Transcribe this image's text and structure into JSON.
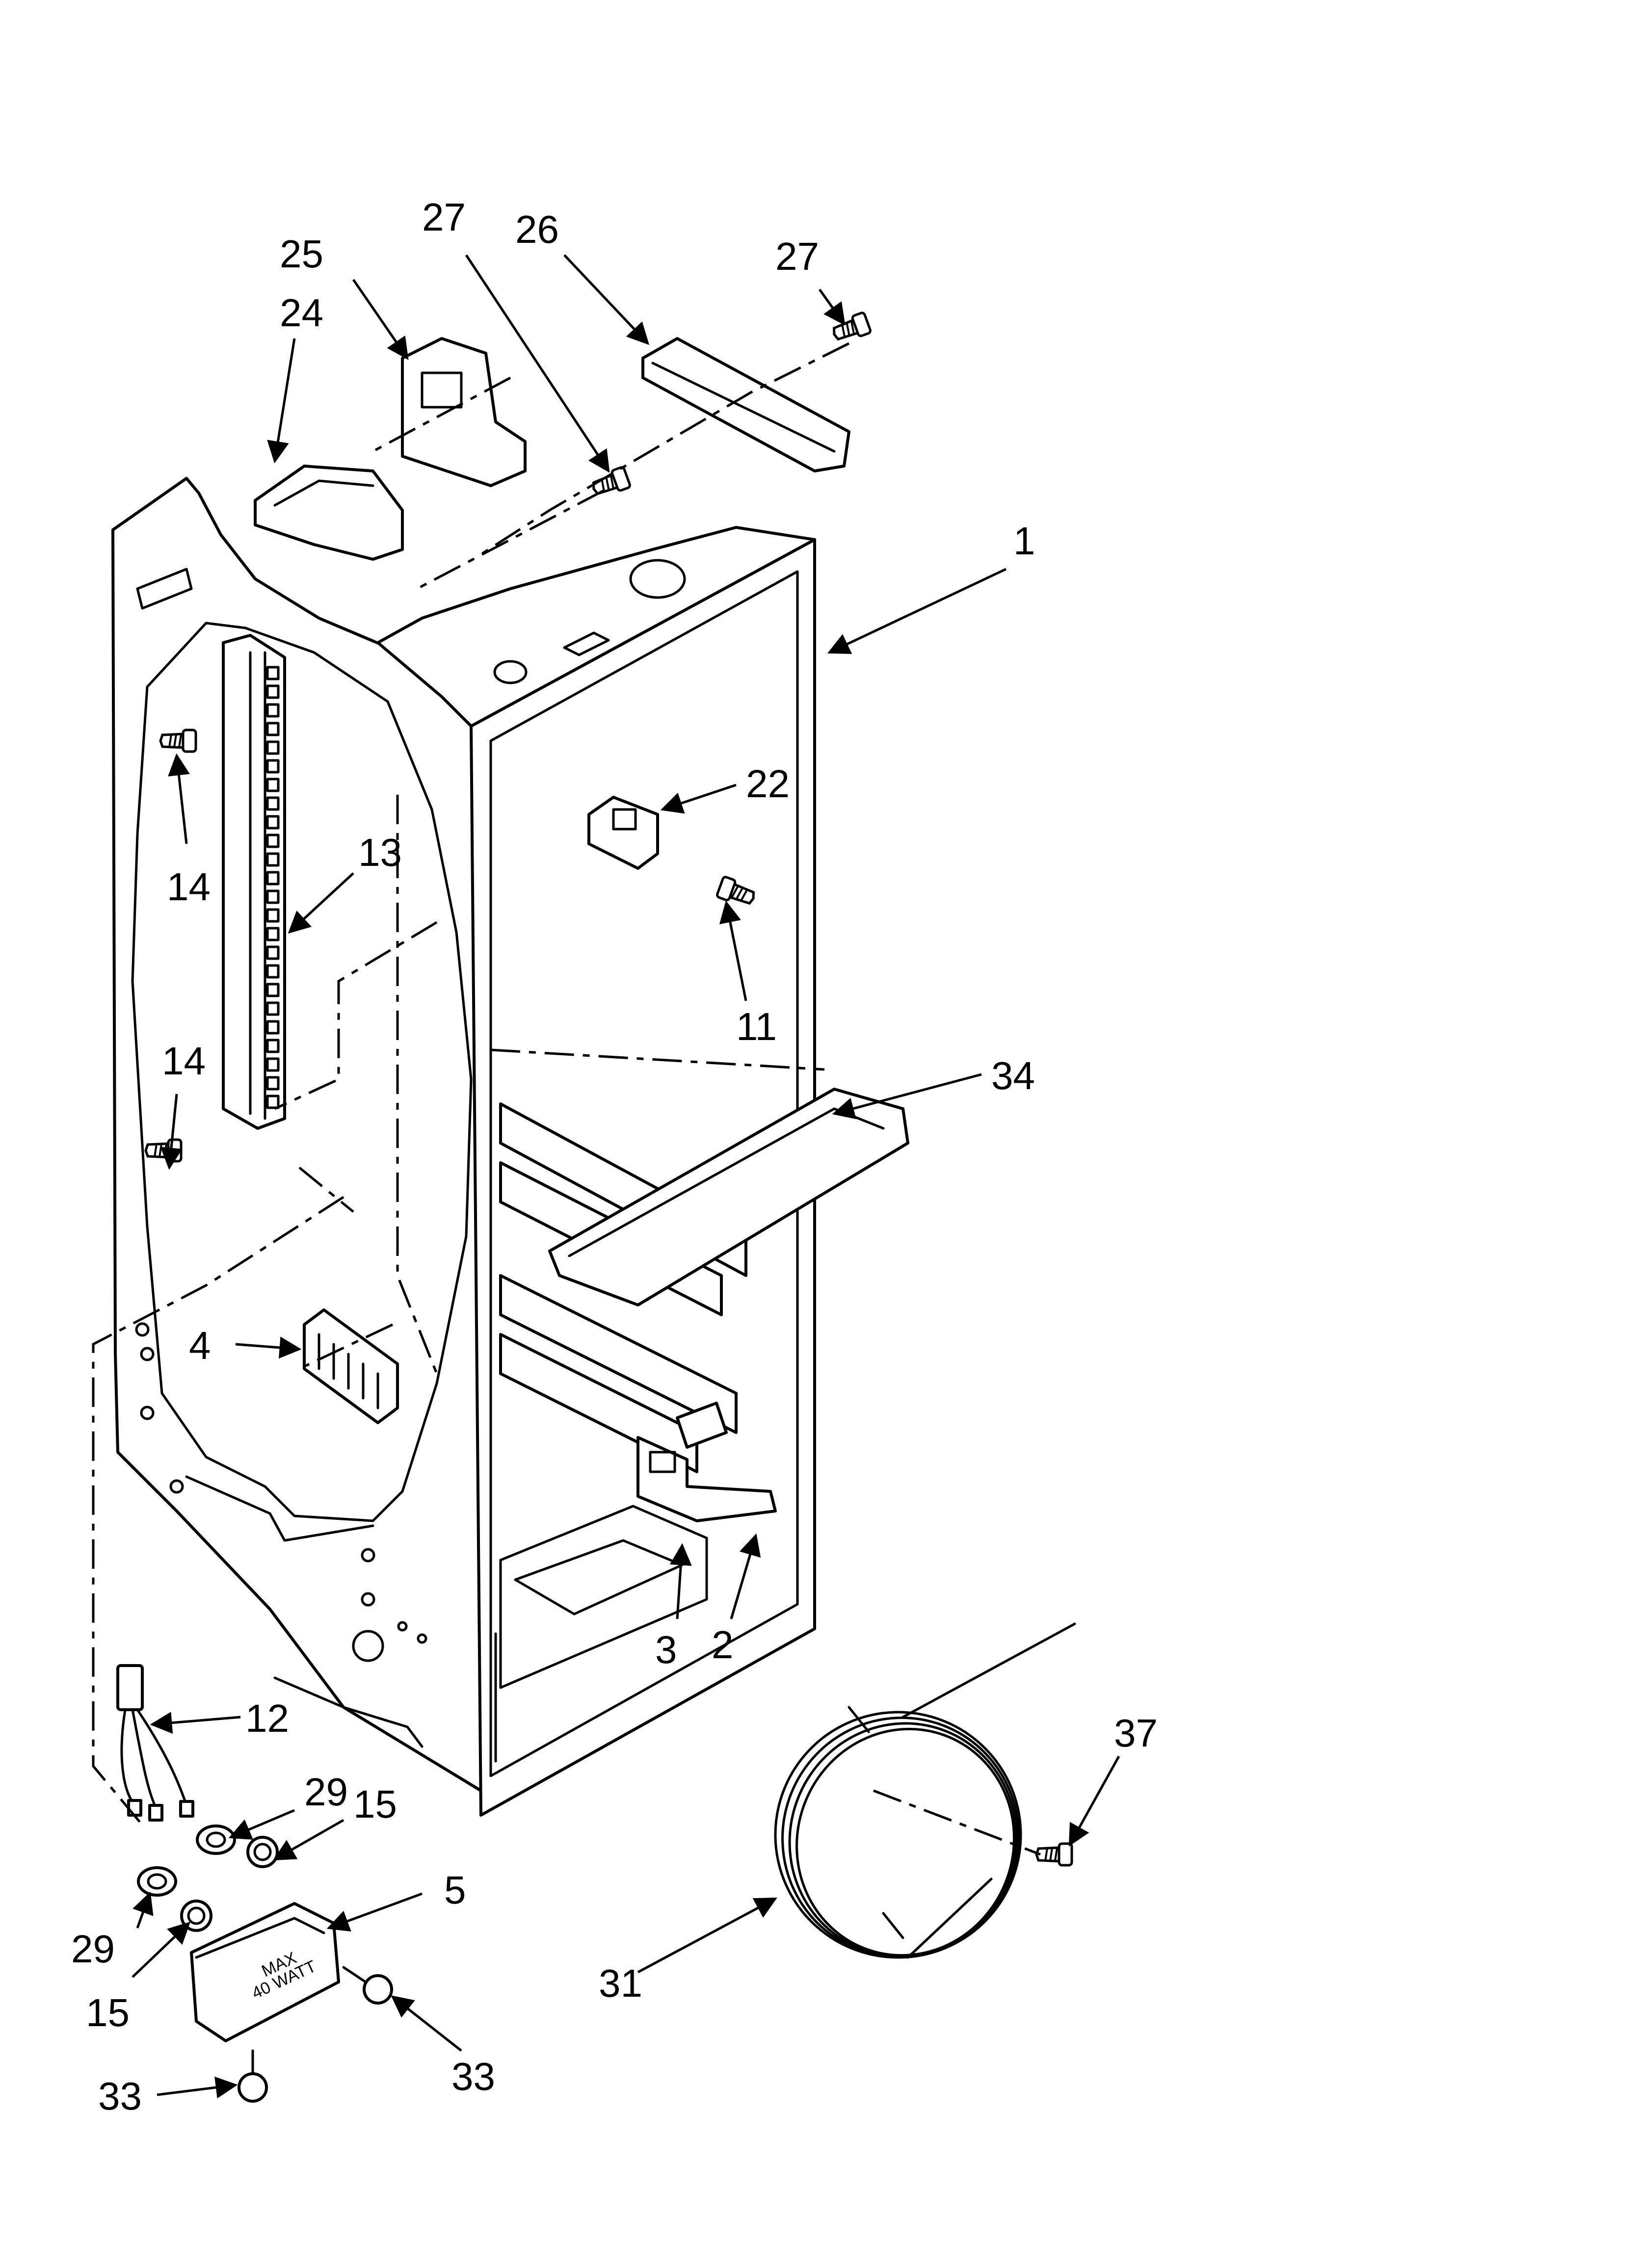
{
  "diagram": {
    "callouts": [
      {
        "id": "c27a",
        "text": "27"
      },
      {
        "id": "c26",
        "text": "26"
      },
      {
        "id": "c27b",
        "text": "27"
      },
      {
        "id": "c25",
        "text": "25"
      },
      {
        "id": "c24",
        "text": "24"
      },
      {
        "id": "c1",
        "text": "1"
      },
      {
        "id": "c22",
        "text": "22"
      },
      {
        "id": "c13",
        "text": "13"
      },
      {
        "id": "c14a",
        "text": "14"
      },
      {
        "id": "c11",
        "text": "11"
      },
      {
        "id": "c34",
        "text": "34"
      },
      {
        "id": "c14b",
        "text": "14"
      },
      {
        "id": "c4",
        "text": "4"
      },
      {
        "id": "c3",
        "text": "3"
      },
      {
        "id": "c2",
        "text": "2"
      },
      {
        "id": "c12",
        "text": "12"
      },
      {
        "id": "c37",
        "text": "37"
      },
      {
        "id": "c29a",
        "text": "29"
      },
      {
        "id": "c15a",
        "text": "15"
      },
      {
        "id": "c5",
        "text": "5"
      },
      {
        "id": "c29b",
        "text": "29"
      },
      {
        "id": "c31",
        "text": "31"
      },
      {
        "id": "c15b",
        "text": "15"
      },
      {
        "id": "c33a",
        "text": "33"
      },
      {
        "id": "c33b",
        "text": "33"
      }
    ],
    "lamp_stamp": [
      "MAX",
      "40 WATT"
    ]
  }
}
